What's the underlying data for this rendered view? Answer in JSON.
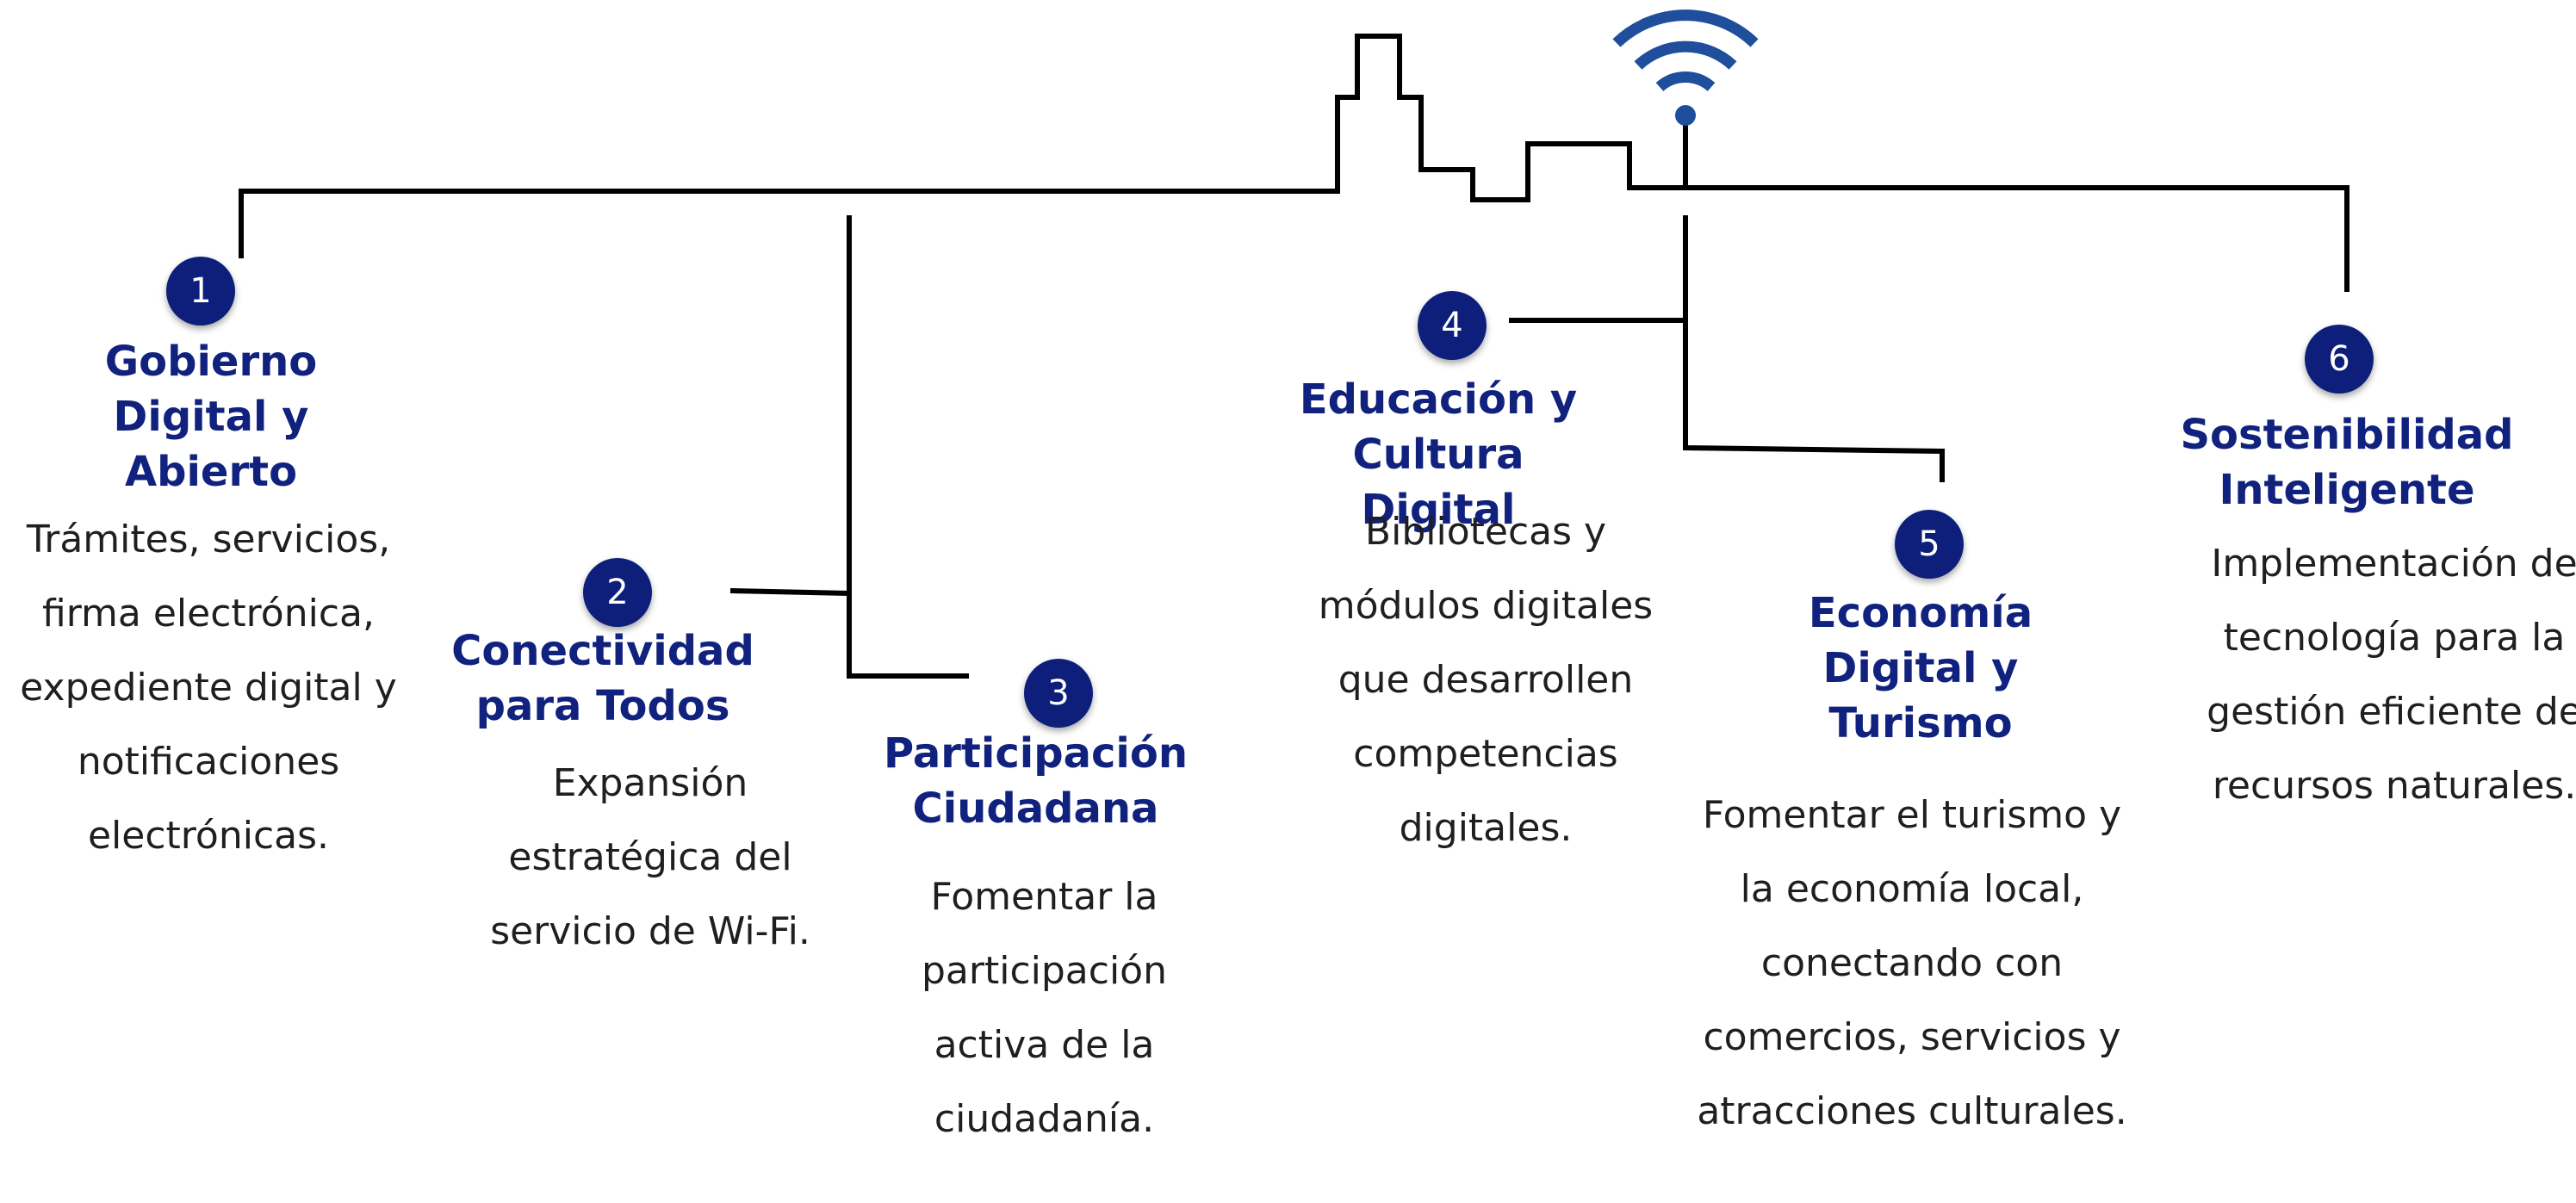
{
  "colors": {
    "accent": "#10227e",
    "badge": "#0d1f7a",
    "line": "#000000",
    "wifi": "#1f4e9c",
    "text": "#1f1f1f"
  },
  "icons": {
    "wifi": "wifi-icon"
  },
  "items": [
    {
      "number": "1",
      "title": "Gobierno Digital y Abierto",
      "description": "Trámites, servicios, firma electrónica, expediente digital y notificaciones electrónicas."
    },
    {
      "number": "2",
      "title": "Conectividad para Todos",
      "description": "Expansión estratégica del servicio de Wi-Fi."
    },
    {
      "number": "3",
      "title": "Participación Ciudadana",
      "description": "Fomentar la participación activa de la ciudadanía."
    },
    {
      "number": "4",
      "title": "Educación y Cultura Digital",
      "description": "Bibliotecas y módulos digitales que desarrollen competencias digitales."
    },
    {
      "number": "5",
      "title": "Economía Digital y Turismo",
      "description": "Fomentar el turismo y la economía local, conectando con comercios, servicios y atracciones culturales."
    },
    {
      "number": "6",
      "title": "Sostenibilidad Inteligente",
      "description": "Implementación de tecnología para la gestión eficiente de recursos naturales."
    }
  ]
}
